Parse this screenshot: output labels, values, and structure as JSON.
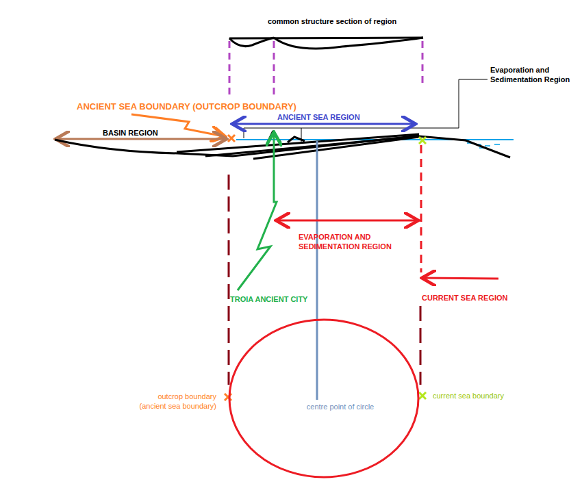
{
  "diagram": {
    "title": "common structure section of region",
    "nodes": [
      {
        "text": [
          "centre point of circle"
        ]
      }
    ],
    "labels": [
      "Evaporation and Sedimentation Region",
      "ANCIENT SEA BOUNDARY (OUTCROP BOUNDARY)",
      "ANCIENT SEA REGION",
      "BASIN REGION",
      "EVAPORATION AND SEDIMENTATION REGION",
      "TROIA ANCIENT CITY",
      "CURRENT SEA REGION",
      "outcrop boundary (ancient sea boundary)",
      "current sea boundary"
    ]
  }
}
